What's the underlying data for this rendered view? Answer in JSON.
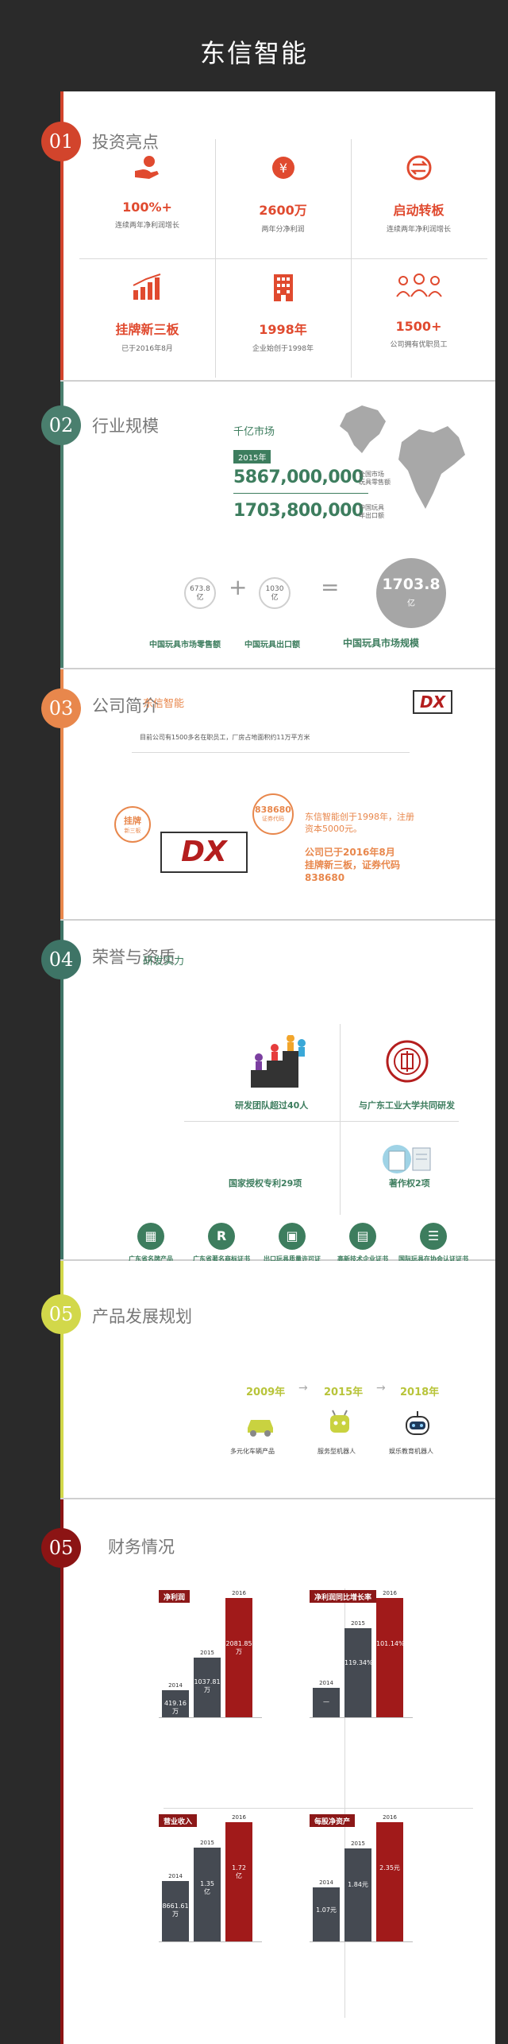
{
  "header": {
    "title": "东信智能"
  },
  "sections": {
    "s1": {
      "num": "01",
      "title": "投资亮点",
      "items": [
        {
          "icon": "hand-coin-icon",
          "value": "100%+",
          "sub": "连续两年净利润增长"
        },
        {
          "icon": "yen-circle-icon",
          "value": "2600万",
          "sub": "两年分净利润"
        },
        {
          "icon": "transfer-icon",
          "value": "启动转板",
          "sub": "连续两年净利润增长"
        },
        {
          "icon": "growth-chart-icon",
          "value": "挂牌新三板",
          "sub": "已于2016年8月"
        },
        {
          "icon": "building-icon",
          "value": "1998年",
          "sub": "企业始创于1998年"
        },
        {
          "icon": "people-icon",
          "value": "1500+",
          "sub": "公司拥有优职员工"
        }
      ]
    },
    "s2": {
      "num": "02",
      "title": "行业规模",
      "market": "千亿市场",
      "year": "2015年",
      "num1": "5867,000,000",
      "num1_label": "全国市场\n玩具零售额",
      "num2": "1703,800,000",
      "num2_label": "中国玩具\n年出口额",
      "c1": "673.8\n亿",
      "c2": "1030\n亿",
      "plus": "+",
      "eq": "=",
      "total": "1703.8",
      "total_unit": "亿",
      "lbl1": "中国玩具市场零售额",
      "lbl2": "中国玩具出口额",
      "lbl3": "中国玩具市场规模"
    },
    "s3": {
      "num": "03",
      "title": "公司简介",
      "company": "东信智能",
      "logo": "DX",
      "desc": "目前公司有1500多名在职员工，厂房占地面积约11万平方米",
      "listed": "挂牌",
      "listed_sub": "新三板",
      "code": "838680",
      "code_sub": "证券代码",
      "text1": "东信智能创于1998年，注册资本5000元。",
      "text2": "公司已于2016年8月挂牌新三板，证券代码838680"
    },
    "s4": {
      "num": "04",
      "title": "荣誉与资质",
      "sub": "研发实力",
      "q1": "研发团队超过40人",
      "q2": "与广东工业大学共同研发",
      "q3": "国家授权专利29项",
      "q4": "著作权2项",
      "honors": [
        {
          "icon": "grid-icon",
          "label": "广东省名牌产品"
        },
        {
          "icon": "registered-icon",
          "label": "广东省著名商标证书"
        },
        {
          "icon": "certificate-icon",
          "label": "出口玩具质量许可证"
        },
        {
          "icon": "document-icon",
          "label": "高新技术企业证书"
        },
        {
          "icon": "list-icon",
          "label": "国际玩具在协会认证证书"
        }
      ]
    },
    "s5": {
      "num": "05",
      "title": "产品发展规划",
      "y1": "2009年",
      "y2": "2015年",
      "y3": "2018年",
      "arrow": "→",
      "p1": "多元化车辆产品",
      "p2": "服务型机器人",
      "p3": "娱乐教育机器人"
    },
    "s6": {
      "num": "05",
      "title": "财务情况",
      "charts": [
        {
          "title": "净利润",
          "bars": [
            {
              "year": "2014",
              "label": "419.16\n万",
              "value": 419.16
            },
            {
              "year": "2015",
              "label": "1037.81\n万",
              "value": 1037.81
            },
            {
              "year": "2016",
              "label": "2081.85\n万",
              "value": 2081.85
            }
          ]
        },
        {
          "title": "净利润同比增长率",
          "bars": [
            {
              "year": "2014",
              "label": "—",
              "value": 40
            },
            {
              "year": "2015",
              "label": "119.34%",
              "value": 119.34
            },
            {
              "year": "2016",
              "label": "101.14%",
              "value": 160
            }
          ]
        },
        {
          "title": "营业收入",
          "bars": [
            {
              "year": "2014",
              "label": "8661.61\n万",
              "value": 0.87
            },
            {
              "year": "2015",
              "label": "1.35\n亿",
              "value": 1.35
            },
            {
              "year": "2016",
              "label": "1.72\n亿",
              "value": 1.72
            }
          ]
        },
        {
          "title": "每股净资产",
          "bars": [
            {
              "year": "2014",
              "label": "1.07元",
              "value": 1.07
            },
            {
              "year": "2015",
              "label": "1.84元",
              "value": 1.84
            },
            {
              "year": "2016",
              "label": "2.35元",
              "value": 2.35
            }
          ]
        }
      ]
    }
  },
  "colors": {
    "s1": "#d2442c",
    "s2": "#4a7f6e",
    "s3": "#e8874c",
    "s4": "#3e7466",
    "s5": "#d2d84a",
    "s6": "#8c1414"
  }
}
